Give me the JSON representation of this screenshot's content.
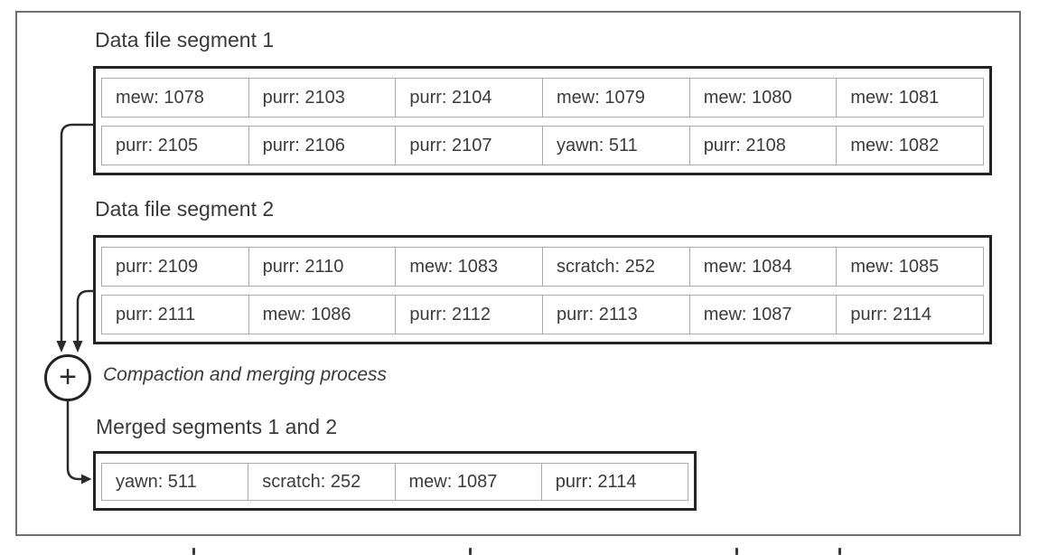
{
  "segments": [
    {
      "title": "Data file segment 1",
      "rows": [
        [
          "mew: 1078",
          "purr: 2103",
          "purr: 2104",
          "mew: 1079",
          "mew: 1080",
          "mew: 1081"
        ],
        [
          "purr: 2105",
          "purr: 2106",
          "purr: 2107",
          "yawn: 511",
          "purr: 2108",
          "mew: 1082"
        ]
      ]
    },
    {
      "title": "Data file segment 2",
      "rows": [
        [
          "purr: 2109",
          "purr: 2110",
          "mew: 1083",
          "scratch: 252",
          "mew: 1084",
          "mew: 1085"
        ],
        [
          "purr: 2111",
          "mew: 1086",
          "purr: 2112",
          "purr: 2113",
          "mew: 1087",
          "purr: 2114"
        ]
      ]
    },
    {
      "title": "Merged segments 1 and 2",
      "rows": [
        [
          "yawn: 511",
          "scratch: 252",
          "mew: 1087",
          "purr: 2114"
        ]
      ]
    }
  ],
  "process": {
    "symbol": "+",
    "label": "Compaction and merging process"
  },
  "colors": {
    "box_border": "#242424",
    "cell_border": "#a9a9a9",
    "frame_border": "#707070",
    "text": "#3b3b3b",
    "arrow": "#2b2b2b"
  }
}
